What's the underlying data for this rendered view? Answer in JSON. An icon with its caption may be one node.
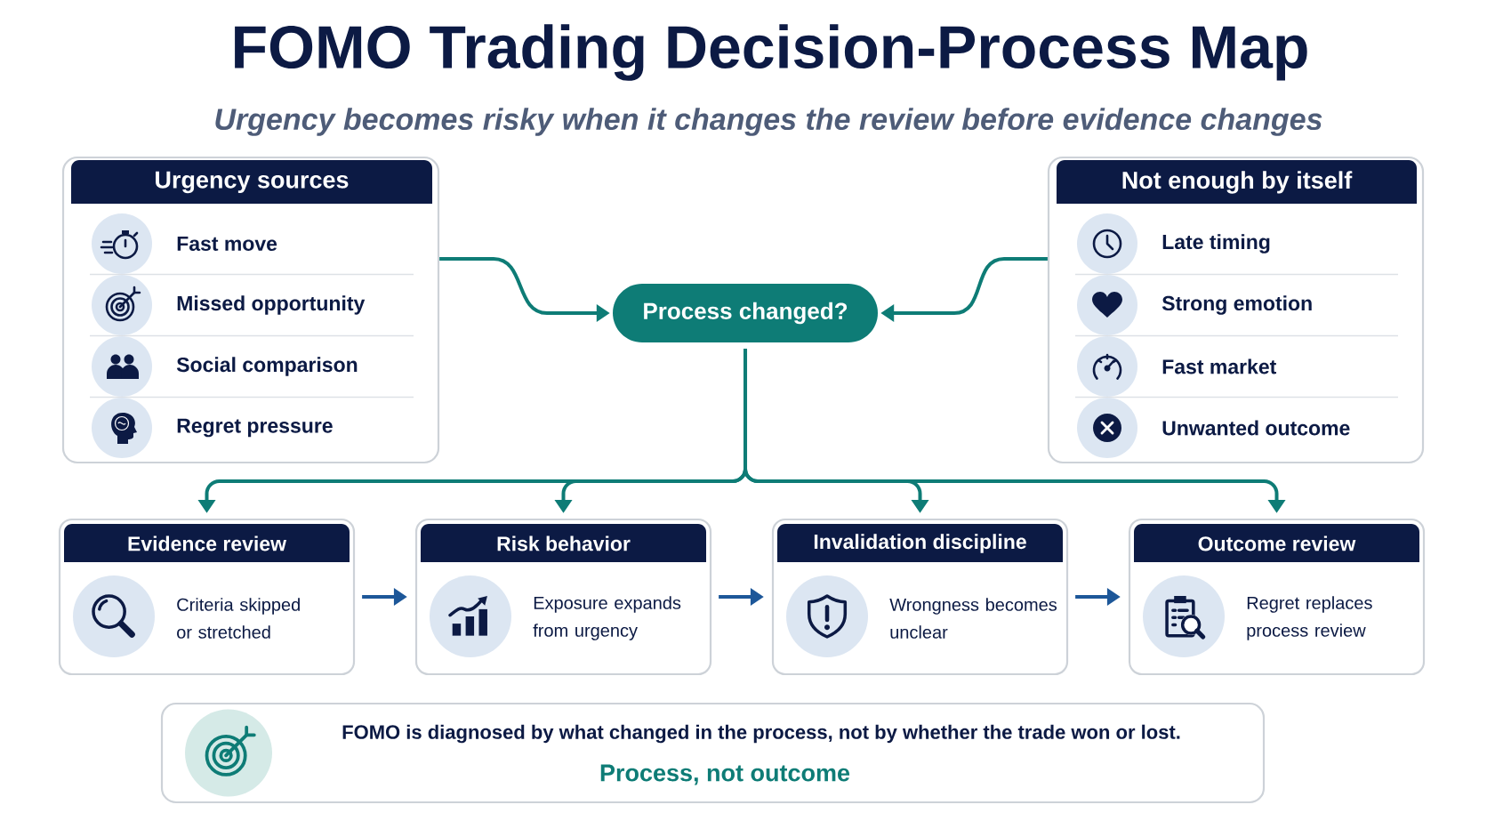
{
  "diagram": {
    "title": "FOMO Trading Decision-Process Map",
    "nodes": [
      {
        "text": [
          "Urgency sources",
          "Fast move",
          "Missed opportunity",
          "Social comparison",
          "Regret pressure"
        ]
      },
      {
        "text": [
          "Not enough by itself",
          "Late timing",
          "Strong emotion",
          "Fast market",
          "Unwanted outcome"
        ]
      },
      {
        "text": [
          "Process changed?"
        ]
      },
      {
        "text": [
          "Evidence review",
          "Criteria skipped or stretched"
        ]
      },
      {
        "text": [
          "Risk behavior",
          "Exposure expands from urgency"
        ]
      },
      {
        "text": [
          "Invalidation discipline",
          "Wrongness becomes unclear"
        ]
      },
      {
        "text": [
          "Outcome review",
          "Regret replaces process review"
        ]
      },
      {
        "text": [
          "FOMO is diagnosed by what changed in the process, not by whether the trade won or lost.",
          "Process, not outcome"
        ]
      }
    ],
    "edges": [
      {
        "from": 0,
        "to": 2,
        "arrow": "to"
      },
      {
        "from": 1,
        "to": 2,
        "arrow": "to"
      },
      {
        "from": 2,
        "to": 3,
        "arrow": "to"
      },
      {
        "from": 2,
        "to": 4,
        "arrow": "to"
      },
      {
        "from": 2,
        "to": 5,
        "arrow": "to"
      },
      {
        "from": 2,
        "to": 6,
        "arrow": "to"
      },
      {
        "from": 3,
        "to": 4,
        "arrow": "to",
        "color": "#1d5799"
      },
      {
        "from": 4,
        "to": 5,
        "arrow": "to",
        "color": "#1d5799"
      },
      {
        "from": 5,
        "to": 6,
        "arrow": "to",
        "color": "#1d5799"
      }
    ],
    "labels": [
      "Urgency becomes risky when it changes the review before evidence changes"
    ]
  }
}
